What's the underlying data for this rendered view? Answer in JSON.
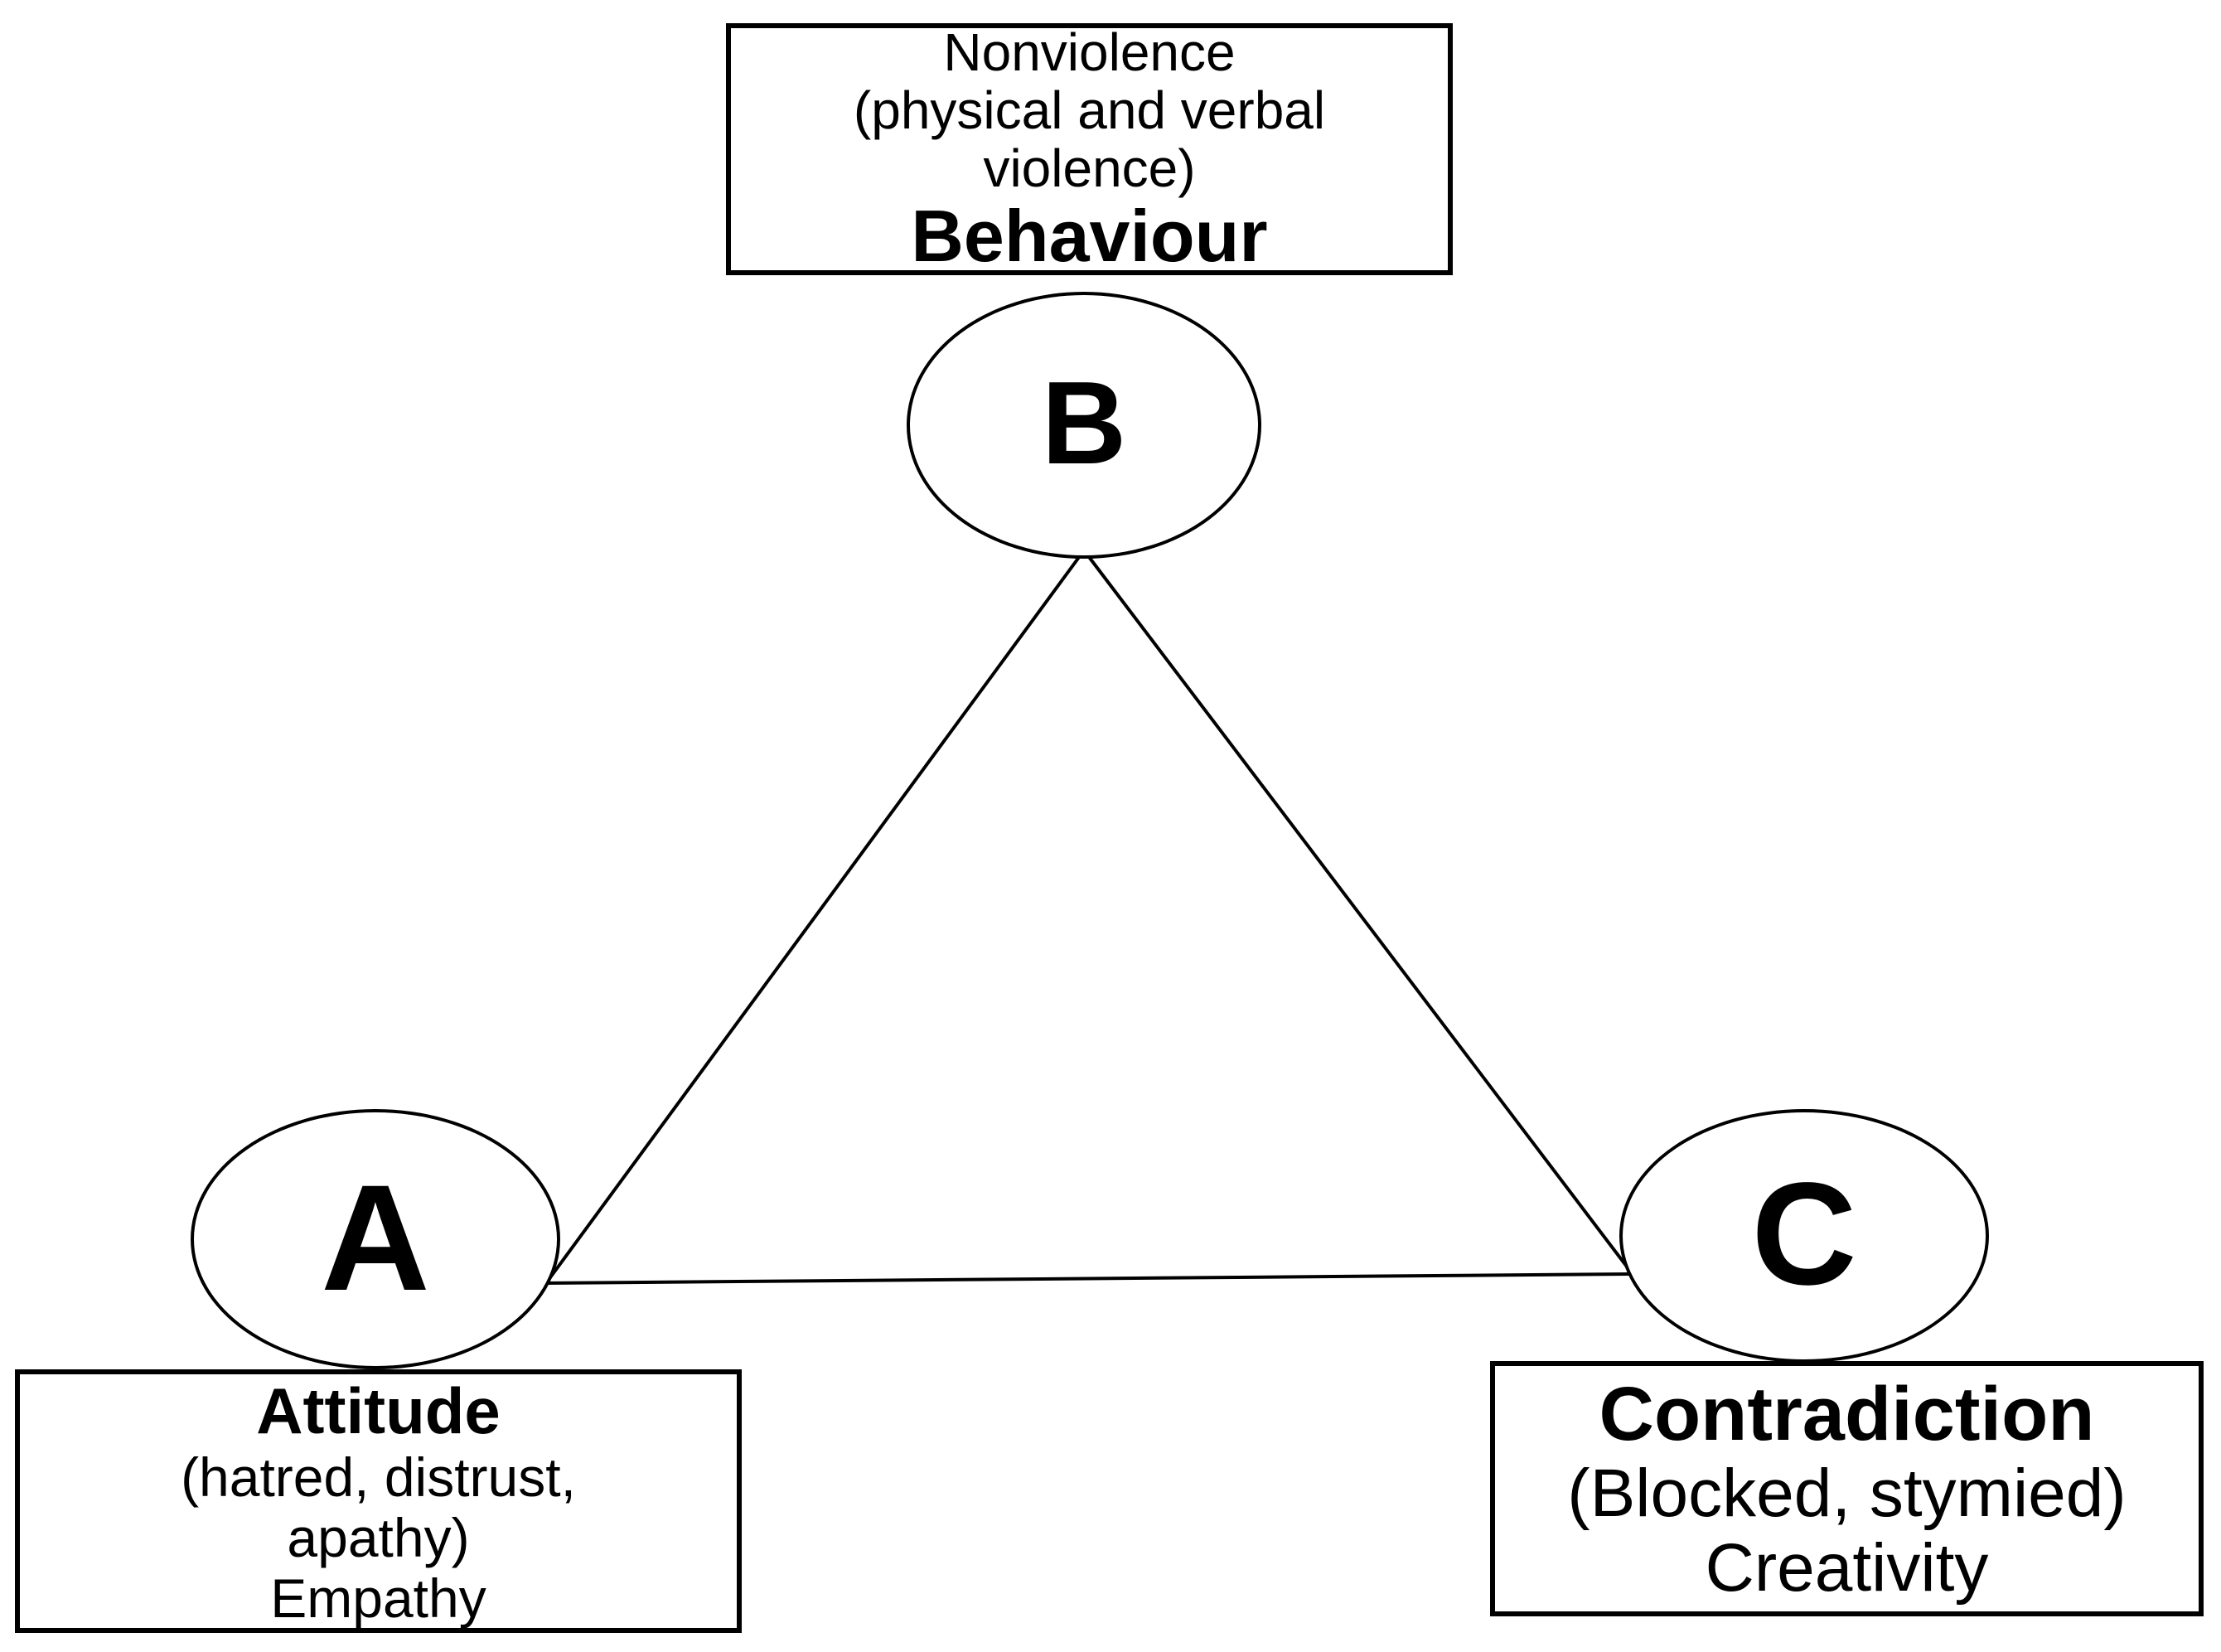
{
  "colors": {
    "background": "#ffffff",
    "ink": "#000000"
  },
  "nodes": {
    "a": {
      "letter": "A"
    },
    "b": {
      "letter": "B"
    },
    "c": {
      "letter": "C"
    }
  },
  "boxes": {
    "behaviour": {
      "line1": "Nonviolence",
      "line2": "(physical and verbal",
      "line3": "violence)",
      "title": "Behaviour"
    },
    "attitude": {
      "title": "Attitude",
      "line1": "(hatred, distrust,",
      "line2": "apathy)",
      "line3": "Empathy"
    },
    "contradiction": {
      "title": "Contradiction",
      "line1": "(Blocked, stymied)",
      "line2": "Creativity"
    }
  }
}
